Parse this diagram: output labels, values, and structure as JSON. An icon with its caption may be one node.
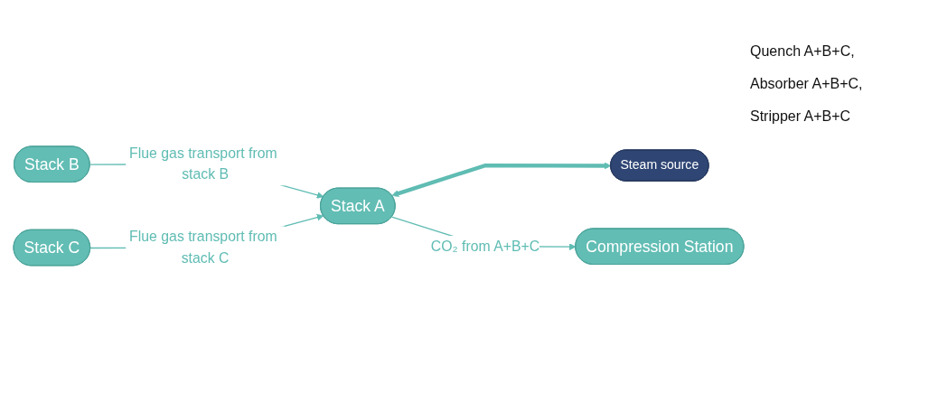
{
  "diagram": {
    "nodes": [
      {
        "text": [
          "Stack B"
        ]
      },
      {
        "text": [
          "Stack A"
        ]
      },
      {
        "text": [
          "Steam source"
        ]
      },
      {
        "text": [
          "Stack C"
        ]
      },
      {
        "text": [
          "Compression Station"
        ]
      }
    ],
    "edges": [
      {
        "from": 0,
        "to": 1,
        "arrow": "to",
        "label": "Flue gas transport from stack B"
      },
      {
        "from": 3,
        "to": 1,
        "arrow": "to",
        "label": "Flue gas transport from stack C"
      },
      {
        "from": 1,
        "to": 2,
        "arrow": "both",
        "style": "thick"
      },
      {
        "from": 1,
        "to": 4,
        "arrow": "to",
        "label": "CO₂ from A+B+C"
      }
    ],
    "labels": [
      "Quench A+B+C,",
      "Absorber A+B+C,",
      "Stripper A+B+C"
    ]
  }
}
